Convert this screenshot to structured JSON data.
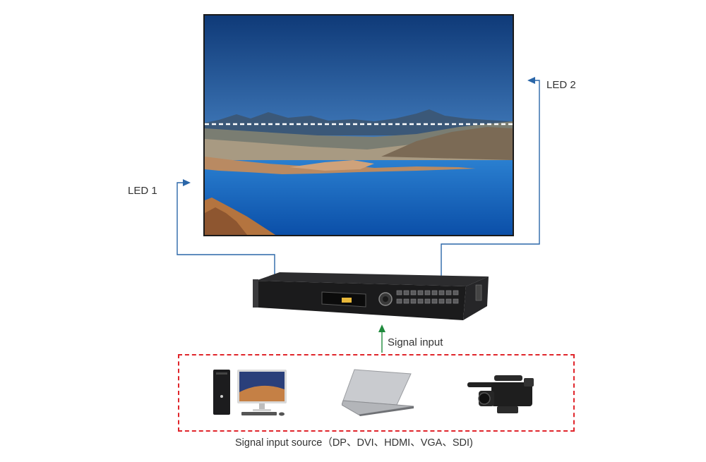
{
  "labels": {
    "led1": "LED 1",
    "led2": "LED 2",
    "signal_input": "Signal input",
    "source_caption": "Signal input source（DP、DVI、HDMI、VGA、SDI)"
  },
  "colors": {
    "line_blue": "#2a66a8",
    "arrow_green": "#1f8a3c",
    "dash_red": "#e0252b",
    "split_line": "#ffffff"
  },
  "images": {
    "screen": "led-wall-coastal-landscape",
    "controller": "video-processor-front-panel",
    "devices": [
      "desktop-pc-with-monitor",
      "laptop",
      "video-camcorder"
    ]
  }
}
